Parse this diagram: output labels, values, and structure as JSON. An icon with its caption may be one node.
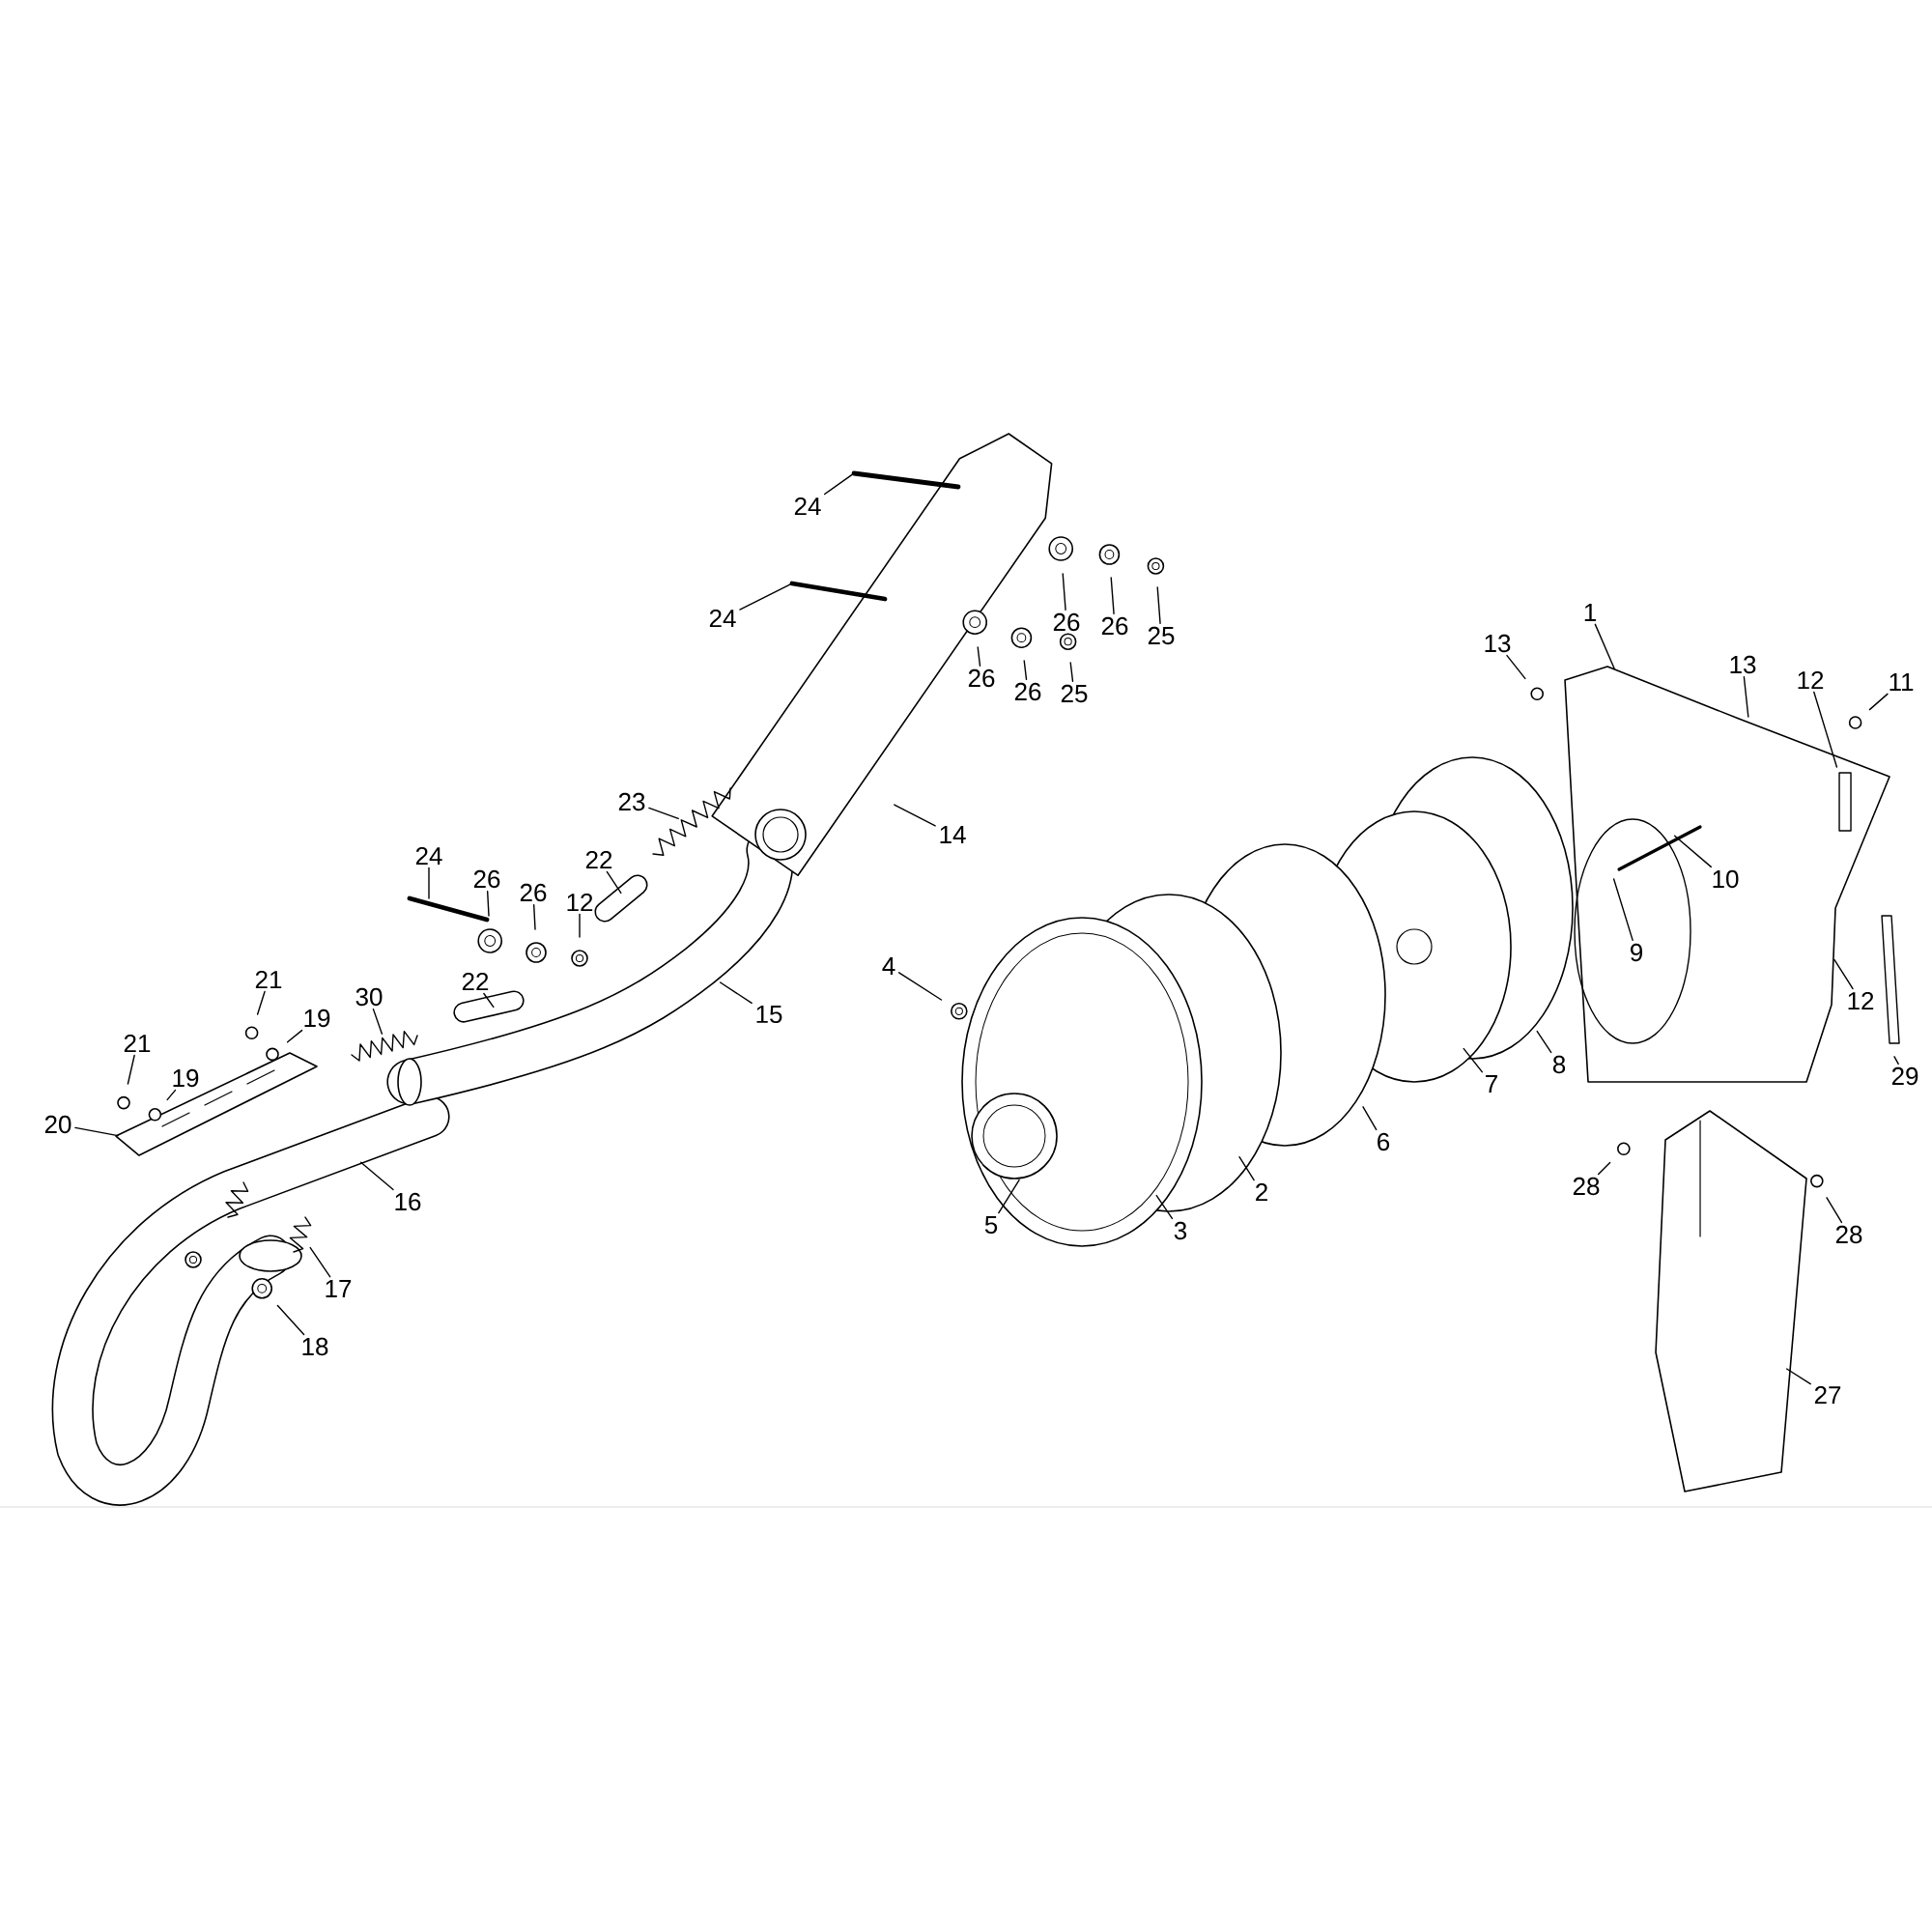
{
  "diagram": {
    "nodes": [
      {
        "text": [
          "24"
        ]
      },
      {
        "text": [
          "24"
        ]
      },
      {
        "text": [
          "26"
        ]
      },
      {
        "text": [
          "26"
        ]
      },
      {
        "text": [
          "25"
        ]
      },
      {
        "text": [
          "26"
        ]
      },
      {
        "text": [
          "26"
        ]
      },
      {
        "text": [
          "25"
        ]
      },
      {
        "text": [
          "14"
        ]
      },
      {
        "text": [
          "23"
        ]
      },
      {
        "text": [
          "22"
        ]
      },
      {
        "text": [
          "24"
        ]
      },
      {
        "text": [
          "26"
        ]
      },
      {
        "text": [
          "26"
        ]
      },
      {
        "text": [
          "12"
        ]
      },
      {
        "text": [
          "22"
        ]
      },
      {
        "text": [
          "15"
        ]
      },
      {
        "text": [
          "21"
        ]
      },
      {
        "text": [
          "19"
        ]
      },
      {
        "text": [
          "30"
        ]
      },
      {
        "text": [
          "21"
        ]
      },
      {
        "text": [
          "19"
        ]
      },
      {
        "text": [
          "20"
        ]
      },
      {
        "text": [
          "16"
        ]
      },
      {
        "text": [
          "17"
        ]
      },
      {
        "text": [
          "18"
        ]
      },
      {
        "text": [
          "4"
        ]
      },
      {
        "text": [
          "5"
        ]
      },
      {
        "text": [
          "3"
        ]
      },
      {
        "text": [
          "2"
        ]
      },
      {
        "text": [
          "6"
        ]
      },
      {
        "text": [
          "7"
        ]
      },
      {
        "text": [
          "8"
        ]
      },
      {
        "text": [
          "1"
        ]
      },
      {
        "text": [
          "13"
        ]
      },
      {
        "text": [
          "13"
        ]
      },
      {
        "text": [
          "12"
        ]
      },
      {
        "text": [
          "11"
        ]
      },
      {
        "text": [
          "10"
        ]
      },
      {
        "text": [
          "9"
        ]
      },
      {
        "text": [
          "12"
        ]
      },
      {
        "text": [
          "29"
        ]
      },
      {
        "text": [
          "28"
        ]
      },
      {
        "text": [
          "28"
        ]
      },
      {
        "text": [
          "27"
        ]
      }
    ],
    "edges": [
      {
        "from": 0,
        "to": null,
        "arrow": "none"
      },
      {
        "from": 1,
        "to": null,
        "arrow": "none"
      },
      {
        "from": 2,
        "to": null,
        "arrow": "none"
      },
      {
        "from": 3,
        "to": null,
        "arrow": "none"
      },
      {
        "from": 4,
        "to": null,
        "arrow": "none"
      },
      {
        "from": 5,
        "to": null,
        "arrow": "none"
      },
      {
        "from": 6,
        "to": null,
        "arrow": "none"
      },
      {
        "from": 7,
        "to": null,
        "arrow": "none"
      },
      {
        "from": 8,
        "to": null,
        "arrow": "none"
      },
      {
        "from": 9,
        "to": null,
        "arrow": "none"
      },
      {
        "from": 10,
        "to": null,
        "arrow": "none"
      },
      {
        "from": 11,
        "to": null,
        "arrow": "none"
      },
      {
        "from": 12,
        "to": null,
        "arrow": "none"
      },
      {
        "from": 13,
        "to": null,
        "arrow": "none"
      },
      {
        "from": 14,
        "to": null,
        "arrow": "none"
      },
      {
        "from": 15,
        "to": null,
        "arrow": "none"
      },
      {
        "from": 16,
        "to": null,
        "arrow": "none"
      },
      {
        "from": 17,
        "to": null,
        "arrow": "none"
      },
      {
        "from": 18,
        "to": null,
        "arrow": "none"
      },
      {
        "from": 19,
        "to": null,
        "arrow": "none"
      },
      {
        "from": 20,
        "to": null,
        "arrow": "none"
      },
      {
        "from": 21,
        "to": null,
        "arrow": "none"
      },
      {
        "from": 22,
        "to": null,
        "arrow": "none"
      },
      {
        "from": 23,
        "to": null,
        "arrow": "none"
      },
      {
        "from": 24,
        "to": null,
        "arrow": "none"
      },
      {
        "from": 25,
        "to": null,
        "arrow": "none"
      },
      {
        "from": 26,
        "to": null,
        "arrow": "none"
      },
      {
        "from": 27,
        "to": null,
        "arrow": "none"
      },
      {
        "from": 28,
        "to": null,
        "arrow": "none"
      },
      {
        "from": 29,
        "to": null,
        "arrow": "none"
      },
      {
        "from": 30,
        "to": null,
        "arrow": "none"
      },
      {
        "from": 31,
        "to": null,
        "arrow": "none"
      },
      {
        "from": 32,
        "to": null,
        "arrow": "none"
      },
      {
        "from": 33,
        "to": null,
        "arrow": "none"
      },
      {
        "from": 34,
        "to": null,
        "arrow": "none"
      },
      {
        "from": 35,
        "to": null,
        "arrow": "none"
      },
      {
        "from": 36,
        "to": null,
        "arrow": "none"
      },
      {
        "from": 37,
        "to": null,
        "arrow": "none"
      },
      {
        "from": 38,
        "to": null,
        "arrow": "none"
      },
      {
        "from": 39,
        "to": null,
        "arrow": "none"
      },
      {
        "from": 40,
        "to": null,
        "arrow": "none"
      },
      {
        "from": 41,
        "to": null,
        "arrow": "none"
      },
      {
        "from": 42,
        "to": null,
        "arrow": "none"
      },
      {
        "from": 43,
        "to": null,
        "arrow": "none"
      },
      {
        "from": 44,
        "to": null,
        "arrow": "none"
      }
    ]
  }
}
